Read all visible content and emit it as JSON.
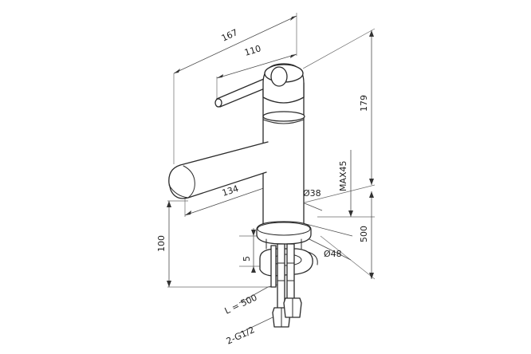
{
  "labels": {
    "width_total": "167",
    "handle_length": "110",
    "height_total": "179",
    "spout_reach": "134",
    "body_diameter": "Ø38",
    "deck_thickness": "MAX45",
    "spout_height": "100",
    "flexible_length_dim": "500",
    "base_diameter": "Ø48",
    "offset": "5",
    "hose_length": "L = 500",
    "connection": "2-G1/2"
  },
  "colors": {
    "line": "#2a2a2a",
    "dimension": "#4d4d4d",
    "background": "#ffffff"
  }
}
